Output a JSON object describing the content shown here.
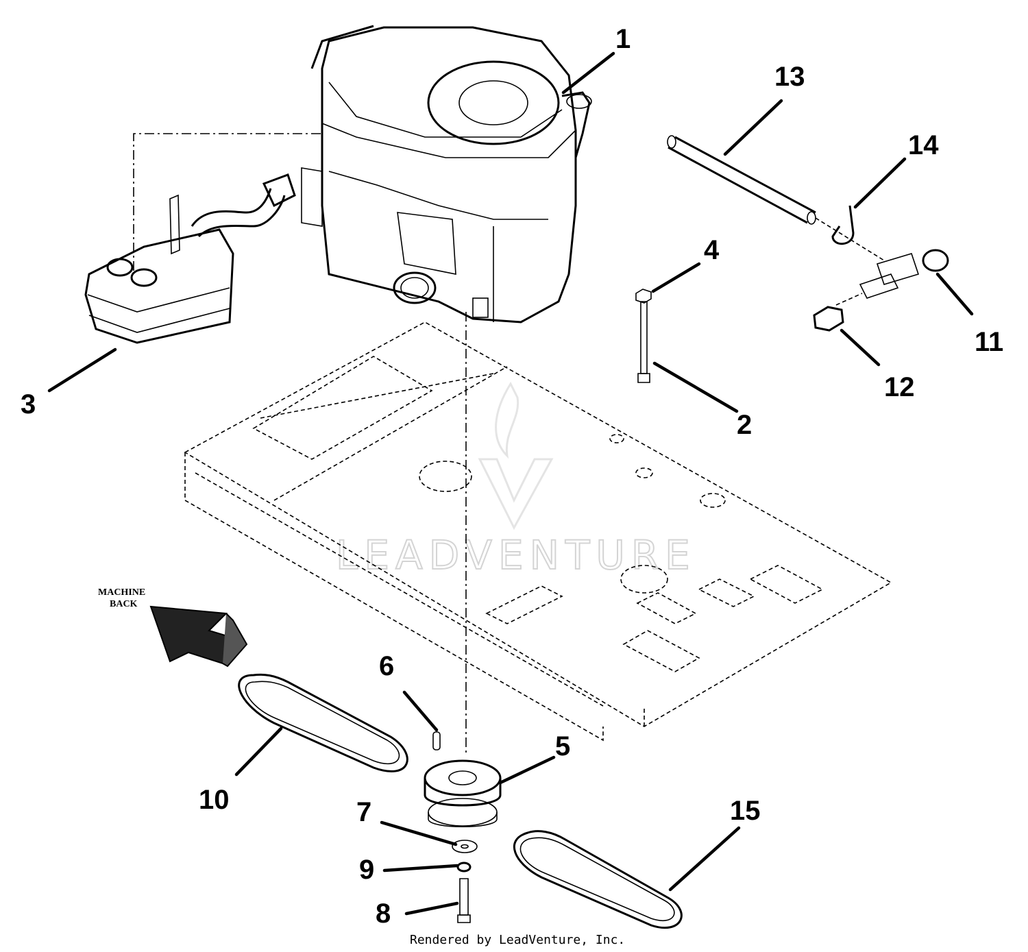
{
  "callouts": [
    {
      "id": "1",
      "label": "1"
    },
    {
      "id": "2",
      "label": "2"
    },
    {
      "id": "3",
      "label": "3"
    },
    {
      "id": "4",
      "label": "4"
    },
    {
      "id": "5",
      "label": "5"
    },
    {
      "id": "6",
      "label": "6"
    },
    {
      "id": "7",
      "label": "7"
    },
    {
      "id": "8",
      "label": "8"
    },
    {
      "id": "9",
      "label": "9"
    },
    {
      "id": "10",
      "label": "10"
    },
    {
      "id": "11",
      "label": "11"
    },
    {
      "id": "12",
      "label": "12"
    },
    {
      "id": "13",
      "label": "13"
    },
    {
      "id": "14",
      "label": "14"
    },
    {
      "id": "15",
      "label": "15"
    }
  ],
  "direction_label": {
    "line1": "MACHINE",
    "line2": "BACK"
  },
  "watermark": "LEADVENTURE",
  "footer": "Rendered by LeadVenture, Inc."
}
